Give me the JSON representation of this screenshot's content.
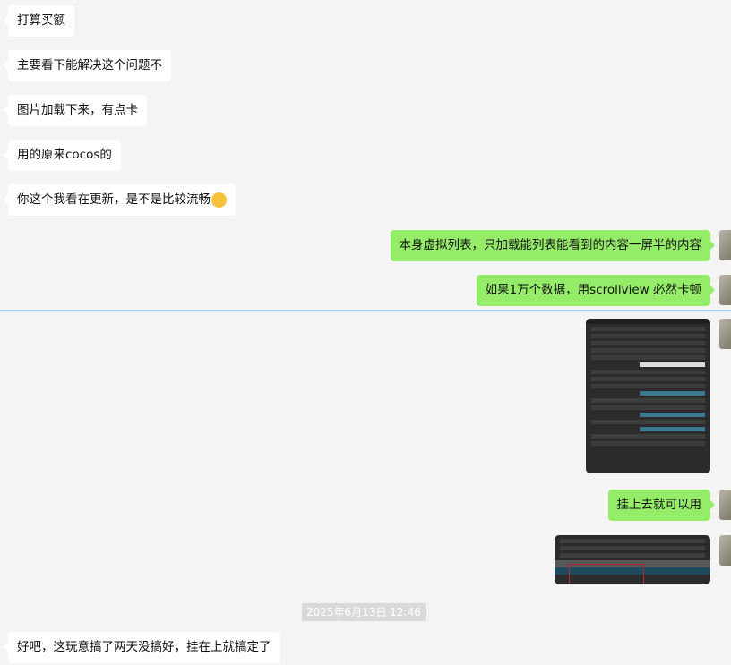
{
  "messages": [
    {
      "side": "left",
      "text": "打算买额"
    },
    {
      "side": "left",
      "text": "主要看下能解决这个问题不"
    },
    {
      "side": "left",
      "text": "图片加载下来，有点卡"
    },
    {
      "side": "left",
      "text": "用的原来cocos的"
    },
    {
      "side": "left",
      "text": "你这个我看在更新，是不是比较流畅",
      "emoji": "sweat-smile-emoji"
    },
    {
      "side": "right",
      "text": "本身虚拟列表，只加载能列表能看到的内容一屏半的内容"
    },
    {
      "side": "right",
      "text": "如果1万个数据，用scrollview 必然卡顿"
    },
    {
      "side": "right",
      "type": "image",
      "desc": "editor-inspector-screenshot"
    },
    {
      "side": "right",
      "text": "挂上去就可以用"
    },
    {
      "side": "right",
      "type": "image",
      "desc": "editor-hierarchy-screenshot"
    },
    {
      "side": "left",
      "text": "好吧，这玩意搞了两天没搞好，挂在上就搞定了"
    }
  ],
  "timestamp": "2025年6月13日 12:46",
  "colors": {
    "bubble_self": "#95ec69",
    "bubble_other": "#ffffff",
    "background": "#f4f4f4"
  }
}
